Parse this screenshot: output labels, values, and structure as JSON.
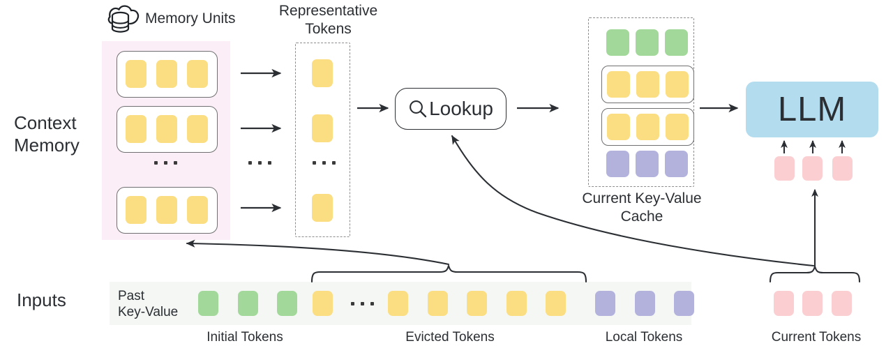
{
  "diagram": {
    "title_free_labels": {
      "memory_units": "Memory Units",
      "representative_tokens": "Representative\nTokens",
      "context_memory": "Context\nMemory",
      "current_kv_cache": "Current Key-Value\nCache",
      "inputs": "Inputs",
      "past_key_value": "Past\nKey-Value",
      "initial_tokens": "Initial Tokens",
      "evicted_tokens": "Evicted Tokens",
      "local_tokens": "Local Tokens",
      "current_tokens": "Current Tokens",
      "lookup": "Lookup",
      "llm": "LLM",
      "ellipsis": "..."
    },
    "icons": {
      "cloud_database": "cloud-database-icon",
      "search": "search-icon"
    },
    "colors": {
      "token_yellow": "#fbdd82",
      "token_green": "#a2d89a",
      "token_purple": "#b3b2dd",
      "token_pink": "#fbcfd2",
      "memory_panel_bg": "#fbeef6",
      "inputs_strip_bg": "#f4f7f4",
      "llm_bg": "#b3dcee",
      "stroke": "#2b2f33",
      "dashed_stroke": "#8c8c8f"
    },
    "memory_units": {
      "rows": [
        {
          "tokens": [
            "yellow",
            "yellow",
            "yellow"
          ]
        },
        {
          "tokens": [
            "yellow",
            "yellow",
            "yellow"
          ]
        },
        {
          "tokens": [
            "yellow",
            "yellow",
            "yellow"
          ]
        }
      ],
      "ellipsis_after_row": 2
    },
    "representative_tokens": {
      "tokens": [
        "yellow",
        "yellow",
        "yellow"
      ],
      "ellipsis_after_token": 2
    },
    "kv_cache": {
      "rows": [
        {
          "color": "green",
          "count": 3,
          "boxed": false
        },
        {
          "color": "yellow",
          "count": 3,
          "boxed": true
        },
        {
          "color": "yellow",
          "count": 3,
          "boxed": true
        },
        {
          "color": "purple",
          "count": 3,
          "boxed": false
        }
      ]
    },
    "inputs_row": {
      "groups": [
        {
          "name": "Initial Tokens",
          "color": "green",
          "count": 3
        },
        {
          "name": "Evicted Tokens",
          "color": "yellow",
          "count": 6,
          "ellipsis_after": 1
        },
        {
          "name": "Local Tokens",
          "color": "purple",
          "count": 3
        }
      ]
    },
    "current_tokens_row": {
      "color": "pink",
      "count": 3
    },
    "llm_input_arrows": 3
  }
}
